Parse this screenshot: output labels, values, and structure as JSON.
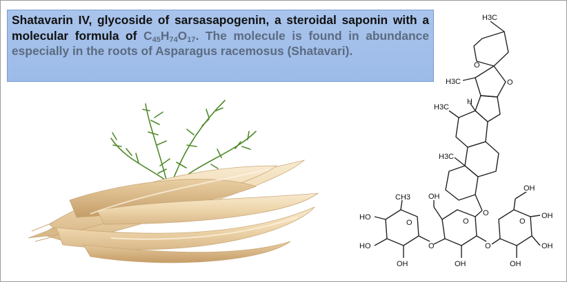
{
  "caption": {
    "part1": "Shatavarin IV, glycoside of sarsasapogenin, a steroidal saponin  with a molecular formula  of ",
    "formula_c": "C",
    "formula_c_sub": "45",
    "formula_h": "H",
    "formula_h_sub": "74",
    "formula_o": "O",
    "formula_o_sub": "17",
    "formula_end": ".",
    "part2": " The molecule is found in abundance especially in the roots of Asparagus racemosus (Shatavari)."
  },
  "molecule": {
    "labels": {
      "h3c_top": "H3C",
      "o_pyran": "O",
      "o_furan": "O",
      "h3c_left": "H3C",
      "h_ring": "H",
      "h3c_mid": "H3C",
      "h3c_low": "H3C",
      "o_link": "O",
      "ch3": "CH3",
      "oh_1": "OH",
      "o_ring1": "O",
      "o_ring2": "O",
      "o_ring3": "O",
      "oh_2": "OH",
      "ho_1": "HO",
      "ho_2": "HO",
      "o_glyc1": "O",
      "o_glyc2": "O",
      "oh_3": "OH",
      "oh_4": "OH",
      "oh_5": "OH",
      "oh_6": "OH",
      "oh_7": "OH"
    }
  }
}
